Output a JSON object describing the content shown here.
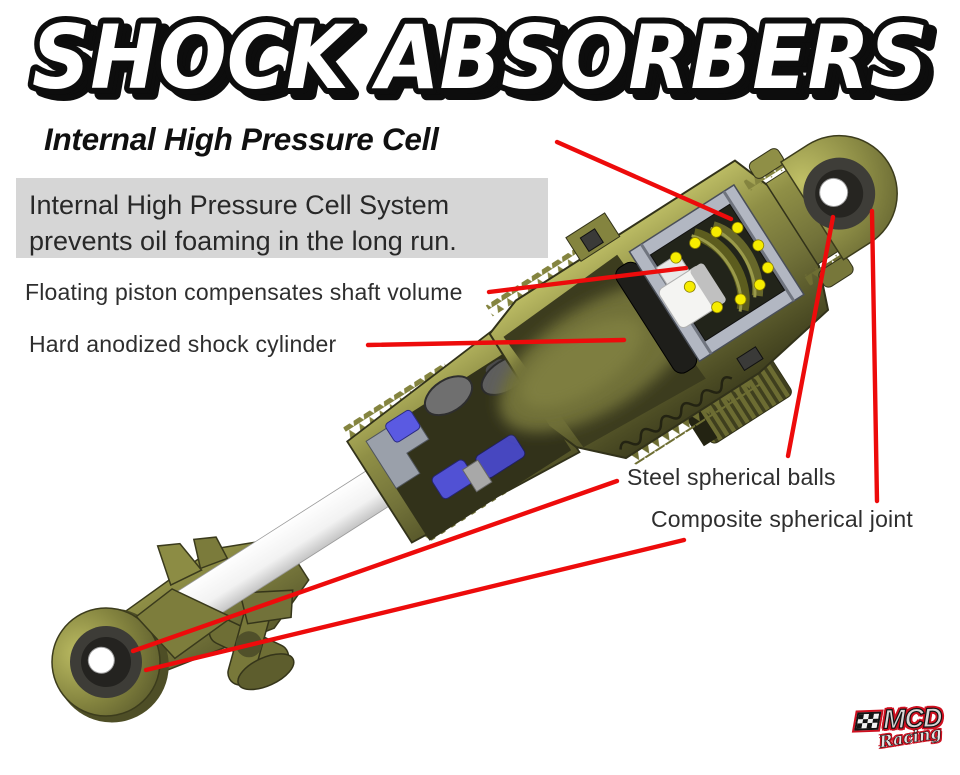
{
  "title": "SHOCK ABSORBERS",
  "heading": "Internal High Pressure Cell",
  "info_box": {
    "line1": "Internal High Pressure Cell System",
    "line2": "prevents oil foaming in the long run."
  },
  "callouts": {
    "floating_piston": "Floating piston compensates shaft volume",
    "shock_cylinder": "Hard anodized shock cylinder",
    "steel_balls": "Steel spherical balls",
    "composite_joint": "Composite spherical joint"
  },
  "logo": {
    "brand": "MCD",
    "subtitle": "Racing"
  },
  "colors": {
    "leader_line": "#ed0b0b",
    "info_box_bg": "#d6d6d6",
    "body_olive": "#82823e",
    "cell_gray": "#b2b7c2",
    "seal_blue": "#5151d4",
    "dot_yellow": "#f6ec00",
    "logo_red": "#cf1020",
    "text": "#2b2b2b"
  }
}
